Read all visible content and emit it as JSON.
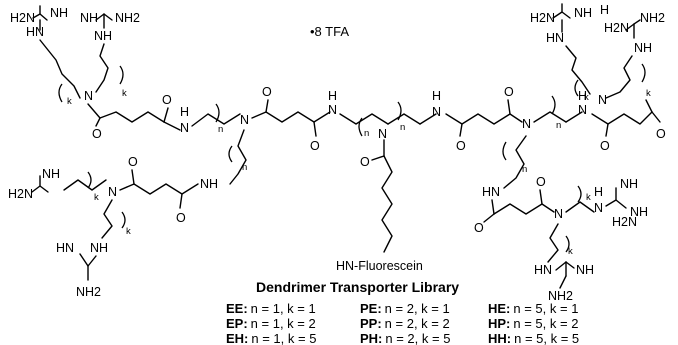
{
  "salt": "•8 TFA",
  "core_label": "HN-Fluorescein",
  "title": "Dendrimer Transporter Library",
  "repeat_n": "n",
  "repeat_k": "k",
  "atoms": {
    "h2n": "H2N",
    "nh2": "NH2",
    "nh": "NH",
    "hn": "HN",
    "h": "H",
    "n": "N",
    "o": "O"
  },
  "library": [
    [
      {
        "code": "EE:",
        "params": "n = 1, k = 1"
      },
      {
        "code": "PE:",
        "params": "n = 2, k = 1"
      },
      {
        "code": "HE:",
        "params": "n = 5, k = 1"
      }
    ],
    [
      {
        "code": "EP:",
        "params": "n = 1, k = 2"
      },
      {
        "code": "PP:",
        "params": "n = 2, k = 2"
      },
      {
        "code": "HP:",
        "params": "n = 5, k = 2"
      }
    ],
    [
      {
        "code": "EH:",
        "params": "n = 1, k = 5"
      },
      {
        "code": "PH:",
        "params": "n = 2, k = 5"
      },
      {
        "code": "HH:",
        "params": "n = 5, k = 5"
      }
    ]
  ]
}
